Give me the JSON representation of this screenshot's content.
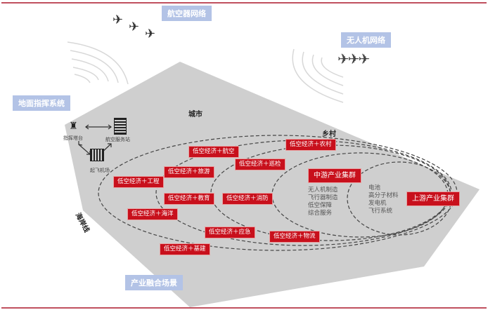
{
  "title_region": {
    "aircraft_network": "航空器网络",
    "drone_network": "无人机网络",
    "ground_command": "地面指挥系统",
    "industry_scene": "产业融合场景"
  },
  "areas": {
    "city": "城市",
    "countryside": "乡村",
    "coastline": "海岸线"
  },
  "ground_nodes": {
    "tower": "指挥塔台",
    "service_station": "航空服务站",
    "airport": "起飞机场"
  },
  "scenarios": [
    {
      "label": "低空经济＋航空"
    },
    {
      "label": "低空经济＋农村"
    },
    {
      "label": "低空经济＋巡检"
    },
    {
      "label": "低空经济＋旅游"
    },
    {
      "label": "低空经济＋工程"
    },
    {
      "label": "低空经济＋教育"
    },
    {
      "label": "低空经济＋消防"
    },
    {
      "label": "低空经济＋海洋"
    },
    {
      "label": "低空经济＋应急"
    },
    {
      "label": "低空经济＋物流"
    },
    {
      "label": "低空经济＋基建"
    }
  ],
  "midstream": {
    "title": "中游产业集群",
    "items": [
      "无人机制造",
      "飞行器制造",
      "低空保障",
      "综合服务"
    ]
  },
  "upstream": {
    "title": "上游产业集群",
    "items": [
      "电池",
      "高分子材料",
      "发电机",
      "飞行系统"
    ]
  },
  "colors": {
    "accent_red": "#c8101c",
    "callout_blue": "#b3c3e6",
    "terrain_gray": "#cfcfcf",
    "rule_red": "#c0505e"
  }
}
